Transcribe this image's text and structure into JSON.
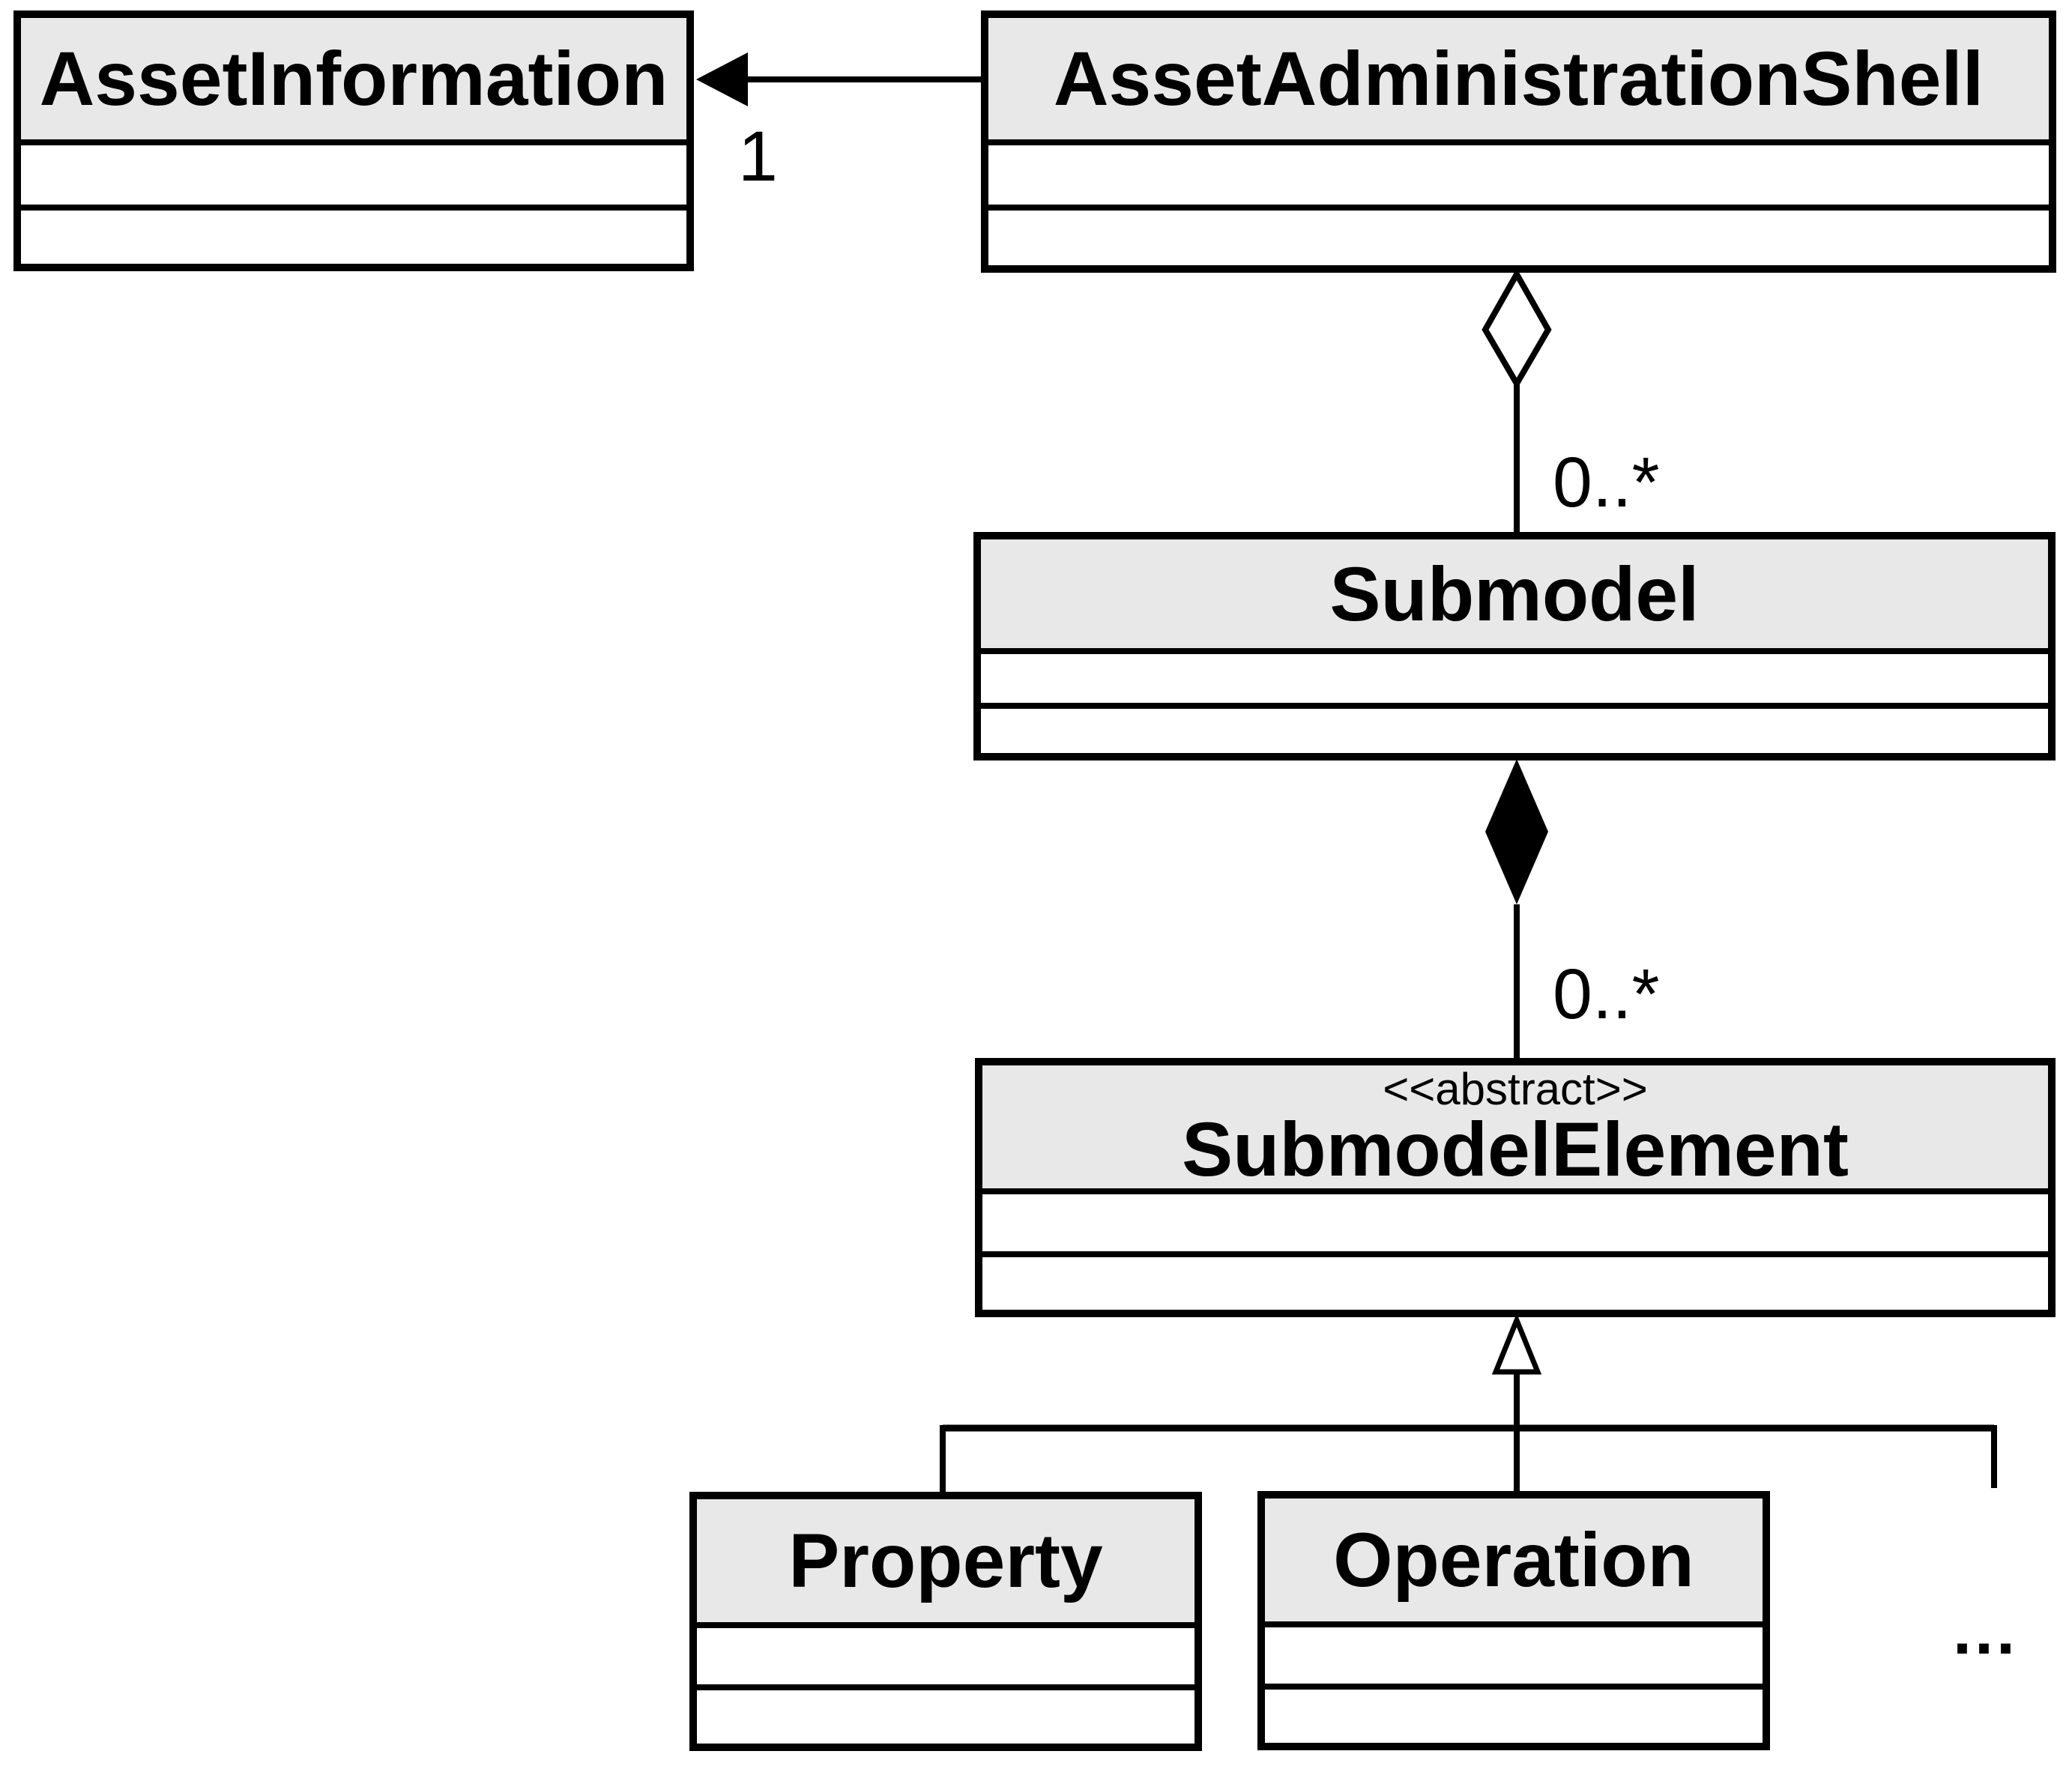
{
  "colors": {
    "background": "#ffffff",
    "class_header_fill": "#e8e8e8",
    "class_body_fill": "#ffffff",
    "line_color": "#000000"
  },
  "classes": {
    "assetInformation": {
      "name": "AssetInformation"
    },
    "assetAdministrationShell": {
      "name": "AssetAdministrationShell"
    },
    "submodel": {
      "name": "Submodel"
    },
    "submodelElement": {
      "stereotype": "<<abstract>>",
      "name": "SubmodelElement"
    },
    "property": {
      "name": "Property"
    },
    "operation": {
      "name": "Operation"
    }
  },
  "relations": {
    "shellToAssetInformation": {
      "type": "directed-association",
      "multiplicity": "1"
    },
    "shellToSubmodel": {
      "type": "aggregation",
      "multiplicity": "0..*"
    },
    "submodelToSubmodelElement": {
      "type": "composition",
      "multiplicity": "0..*"
    },
    "submodelElementSpecializations": {
      "type": "generalization",
      "ellipsis": "..."
    }
  }
}
